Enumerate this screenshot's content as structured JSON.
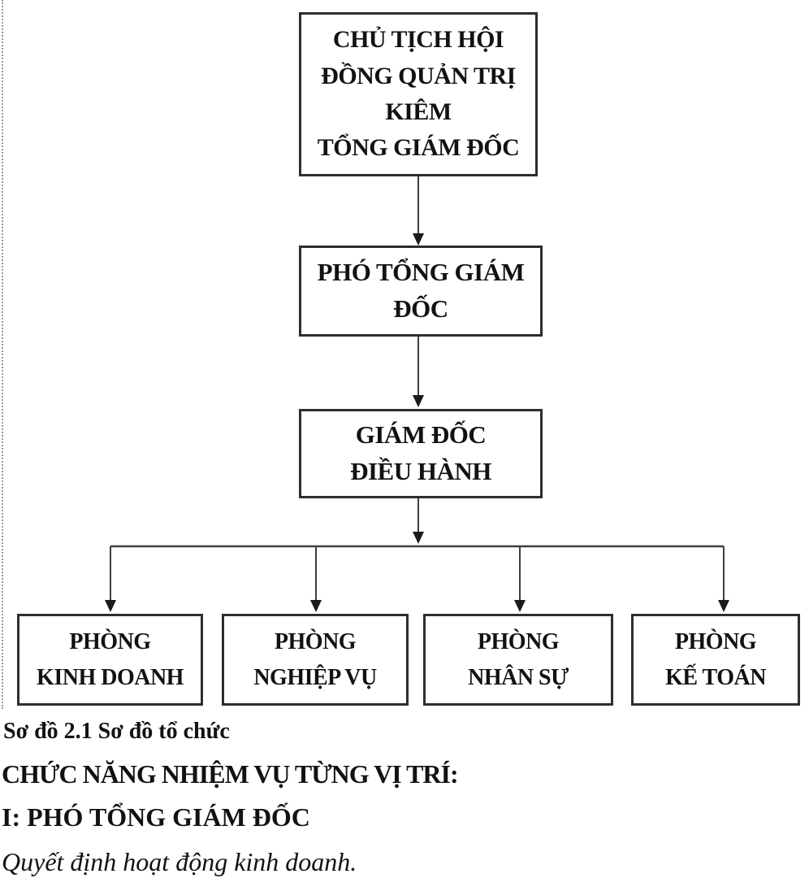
{
  "document": {
    "figure": {
      "nodes": {
        "chairman": "CHỦ TỊCH HỘI\nĐỒNG QUẢN TRỊ\nKIÊM\nTỔNG GIÁM ĐỐC",
        "deputy_general_director": "PHÓ TỔNG GIÁM\nĐỐC",
        "executive_director": "GIÁM ĐỐC\nĐIỀU HÀNH",
        "sales_dept": "PHÒNG\nKINH DOANH",
        "operations_dept": "PHÒNG\nNGHIỆP VỤ",
        "hr_dept": "PHÒNG\nNHÂN SỰ",
        "accounting_dept": "PHÒNG\nKẾ TOÁN"
      },
      "caption": "Sơ đồ 2.1 Sơ đồ tổ chức"
    },
    "headings": {
      "section": "CHỨC NĂNG NHIỆM VỤ TỪNG VỊ TRÍ:",
      "subsection": "I: PHÓ TỔNG GIÁM ĐỐC"
    },
    "body_text": "Quyết định hoạt động kinh doanh.",
    "colors": {
      "background": "#ffffff",
      "box_border": "#2e2e2e",
      "connector": "#3f3f3f",
      "arrowhead": "#1a1a1a",
      "text": "#121212",
      "dotted_edge": "#9a9a9a"
    }
  }
}
